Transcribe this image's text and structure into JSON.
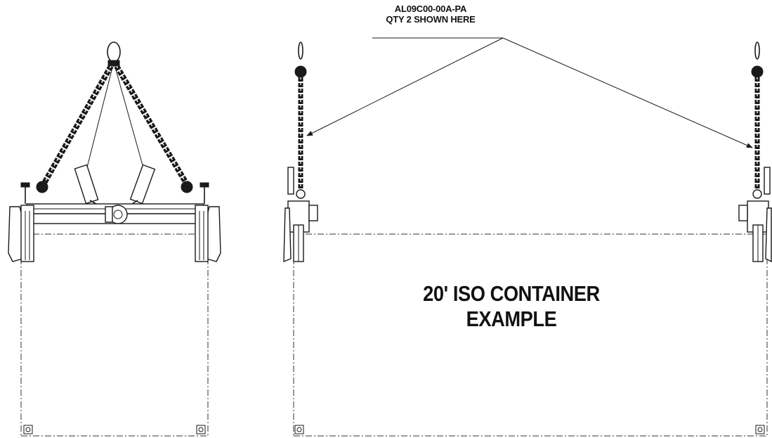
{
  "callout": {
    "part_number": "AL09C00-00A-PA",
    "quantity_note": "QTY 2 SHOWN HERE"
  },
  "container": {
    "label": "20' ISO CONTAINER EXAMPLE"
  },
  "colors": {
    "line": "#1a1a1a",
    "background": "#ffffff"
  }
}
